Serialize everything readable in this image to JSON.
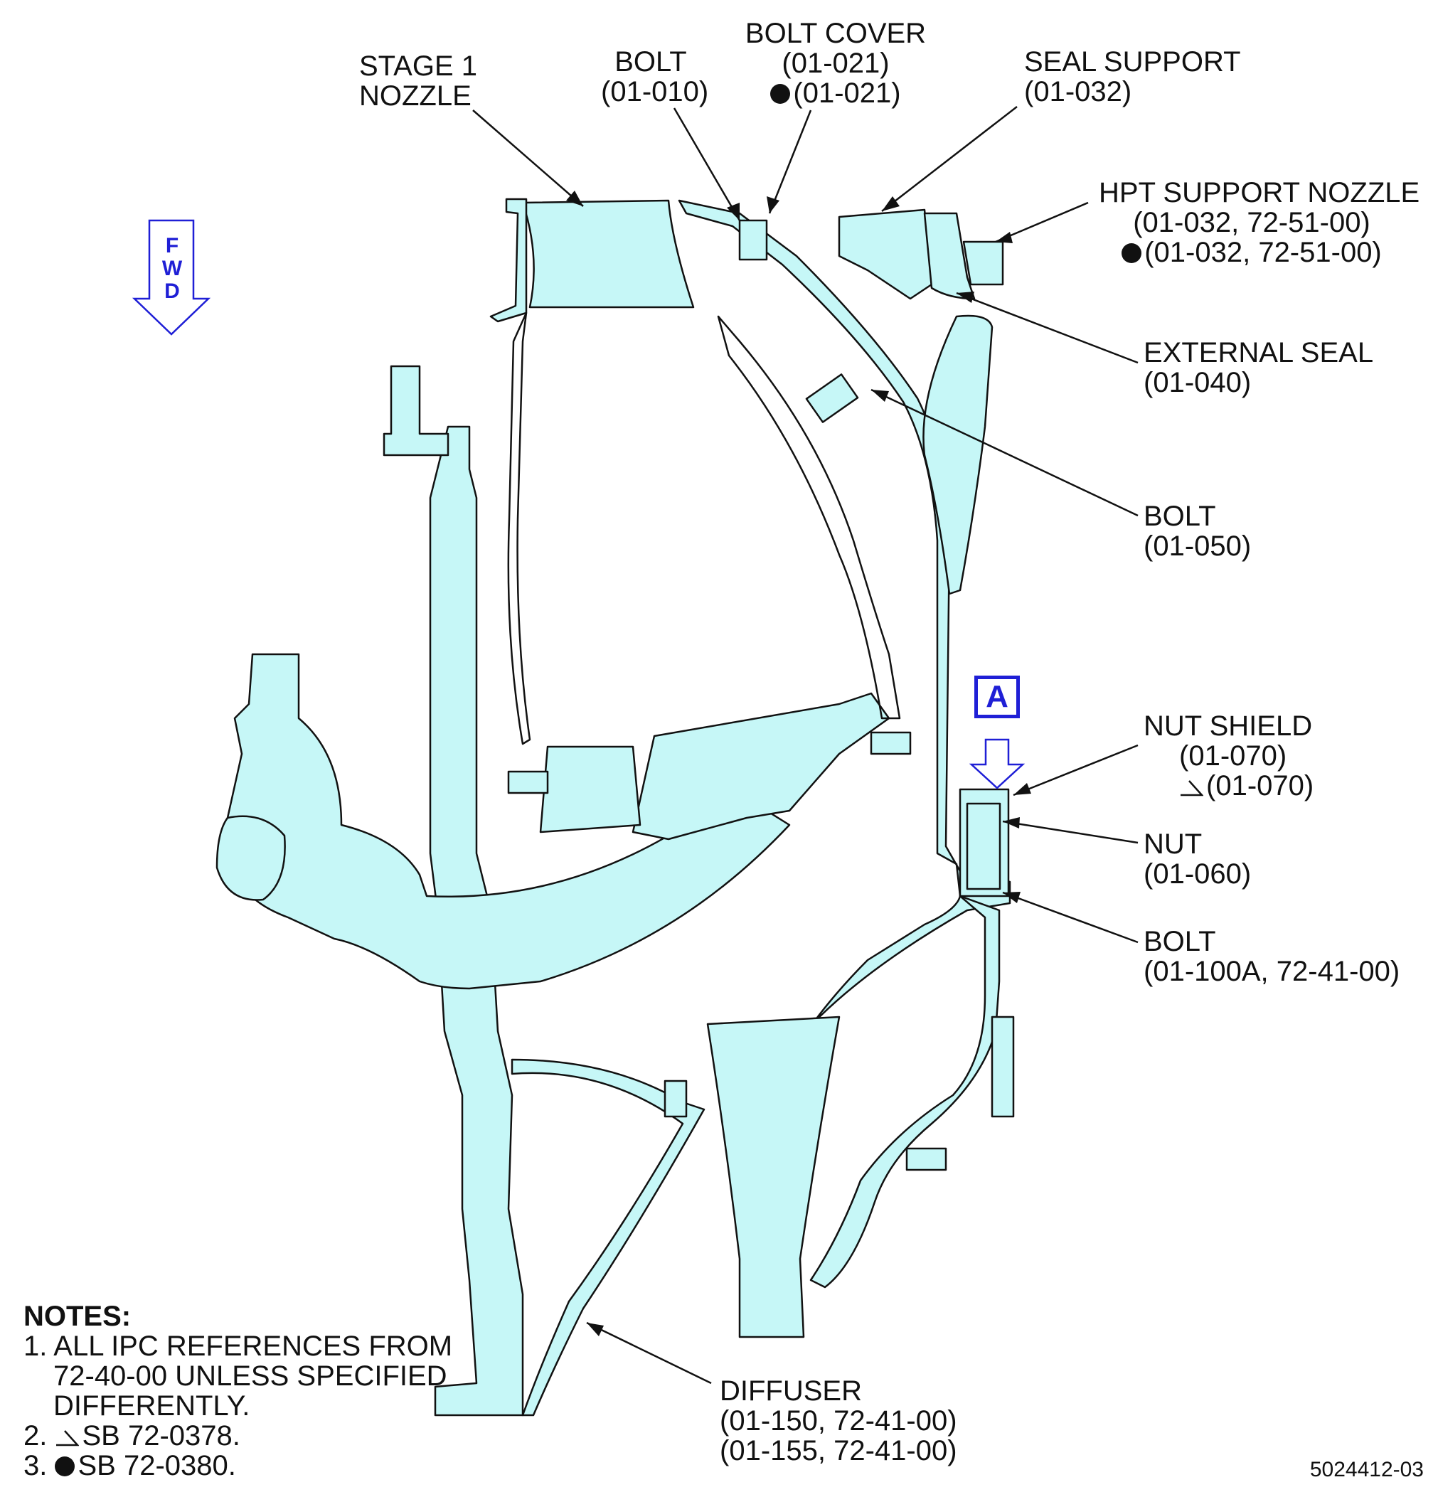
{
  "diagram": {
    "fwd_letters": [
      "F",
      "W",
      "D"
    ],
    "view_label": "A",
    "figure_number": "5024412-03",
    "colors": {
      "part_fill": "#c6f7f7",
      "line": "#111111",
      "accent": "#1f1fd6"
    },
    "callouts": {
      "stage1_nozzle": [
        "STAGE 1",
        "NOZZLE"
      ],
      "bolt_010": [
        "BOLT",
        "(01-010)"
      ],
      "bolt_cover": {
        "title": "BOLT COVER",
        "ref": "(01-021)",
        "dot_ref": "(01-021)"
      },
      "seal_support": [
        "SEAL SUPPORT",
        "(01-032)"
      ],
      "hpt_support_nozzle": {
        "title": "HPT SUPPORT NOZZLE",
        "ref": "(01-032, 72-51-00)",
        "dot_ref": "(01-032, 72-51-00)"
      },
      "external_seal": [
        "EXTERNAL SEAL",
        "(01-040)"
      ],
      "bolt_050": [
        "BOLT",
        "(01-050)"
      ],
      "nut_shield": {
        "title": "NUT SHIELD",
        "ref": "(01-070)",
        "tri_ref": "(01-070)"
      },
      "nut": [
        "NUT",
        "(01-060)"
      ],
      "bolt_100a": [
        "BOLT",
        "(01-100A, 72-41-00)"
      ],
      "diffuser": [
        "DIFFUSER",
        "(01-150, 72-41-00)",
        "(01-155, 72-41-00)"
      ]
    },
    "notes": {
      "heading": "NOTES:",
      "n1": [
        "1. ALL IPC REFERENCES FROM",
        "72-40-00 UNLESS SPECIFIED",
        "DIFFERENTLY."
      ],
      "n2": {
        "num": "2.",
        "text": "SB 72-0378."
      },
      "n3": {
        "num": "3.",
        "text": "SB 72-0380."
      }
    }
  }
}
